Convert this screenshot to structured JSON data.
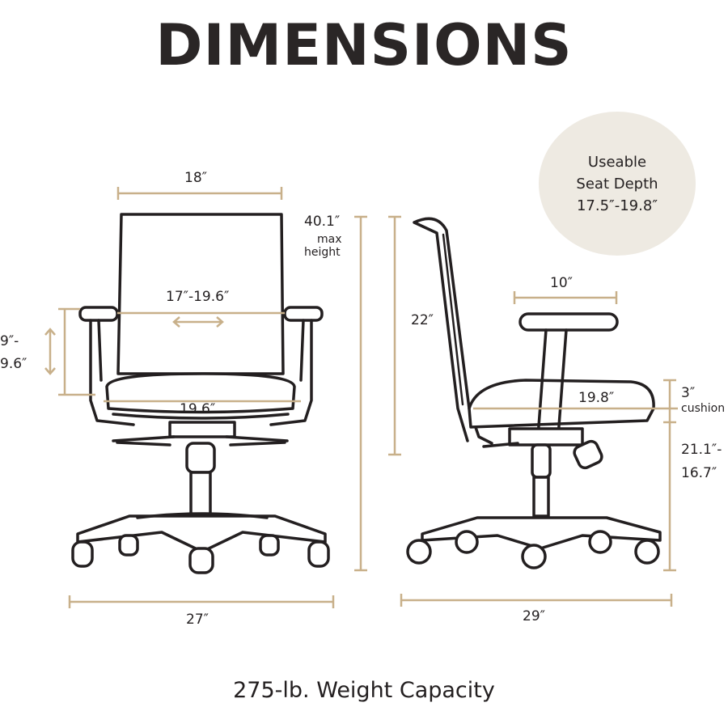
{
  "title": "DIMENSIONS",
  "badge": {
    "line1": "Useable",
    "line2": "Seat Depth",
    "line3": "17.5″-19.8″"
  },
  "front": {
    "back_width": "18″",
    "max_height": "40.1″",
    "max_height_note_1": "max",
    "max_height_note_2": "height",
    "arm_width": "17″-19.6″",
    "arm_height_1": "9″-",
    "arm_height_2": "9.6″",
    "seat_width": "19.6″",
    "base_width": "27″"
  },
  "side": {
    "back_height": "22″",
    "arm_depth": "10″",
    "seat_depth": "19.8″",
    "cushion": "3″",
    "cushion_note": "cushion",
    "seat_height_1": "21.1″-",
    "seat_height_2": "16.7″",
    "base_depth": "29″"
  },
  "footer": "275-lb. Weight Capacity",
  "colors": {
    "dimension_line": "#c8b08a",
    "outline": "#231f20",
    "badge_bg": "#eeeae2"
  }
}
